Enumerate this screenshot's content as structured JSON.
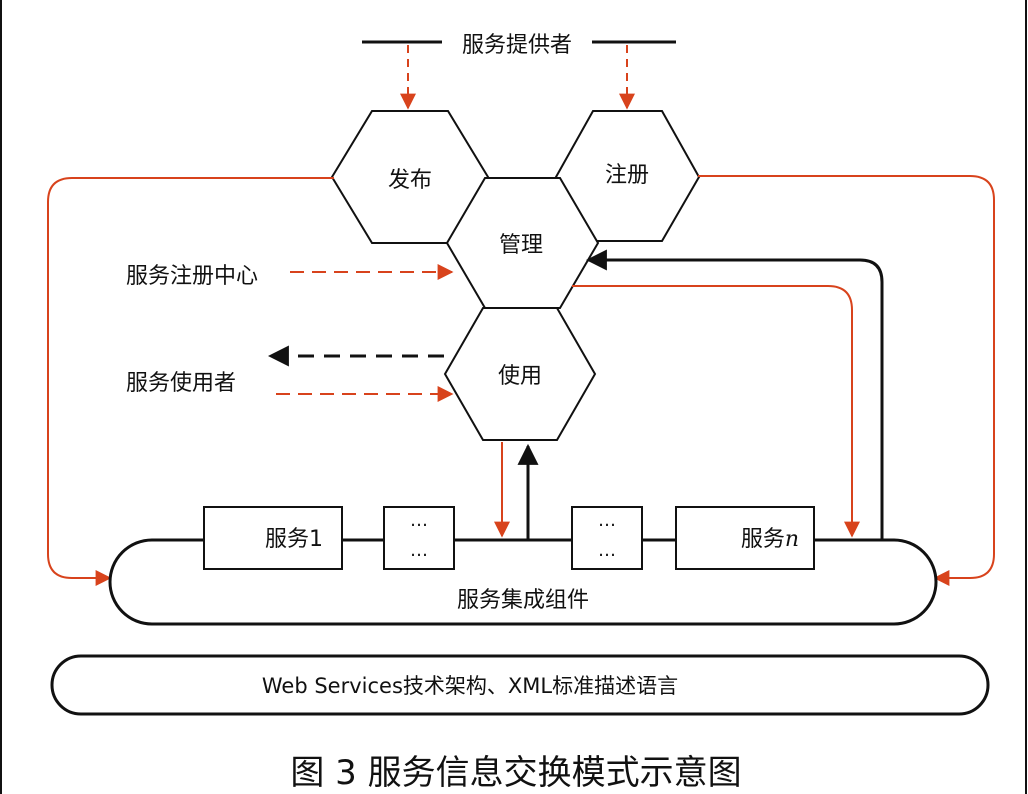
{
  "provider_label": "服务提供者",
  "hexagons": {
    "publish": "发布",
    "register": "注册",
    "manage": "管理",
    "use": "使用"
  },
  "registry_center_label": "服务注册中心",
  "consumer_label": "服务使用者",
  "bus": {
    "label": "服务集成组件",
    "service_first": "服务1",
    "ellipsis_1": "…",
    "ellipsis_2": "…",
    "ellipsis_3": "…",
    "ellipsis_4": "…",
    "service_n_prefix": "服务",
    "service_n_suffix": "n"
  },
  "base_layer_label": "Web Services技术架构、XML标准描述语言",
  "caption": "图 3 服务信息交换模式示意图",
  "colors": {
    "orange_arrow": "#d8431c",
    "black_line": "#111111"
  }
}
